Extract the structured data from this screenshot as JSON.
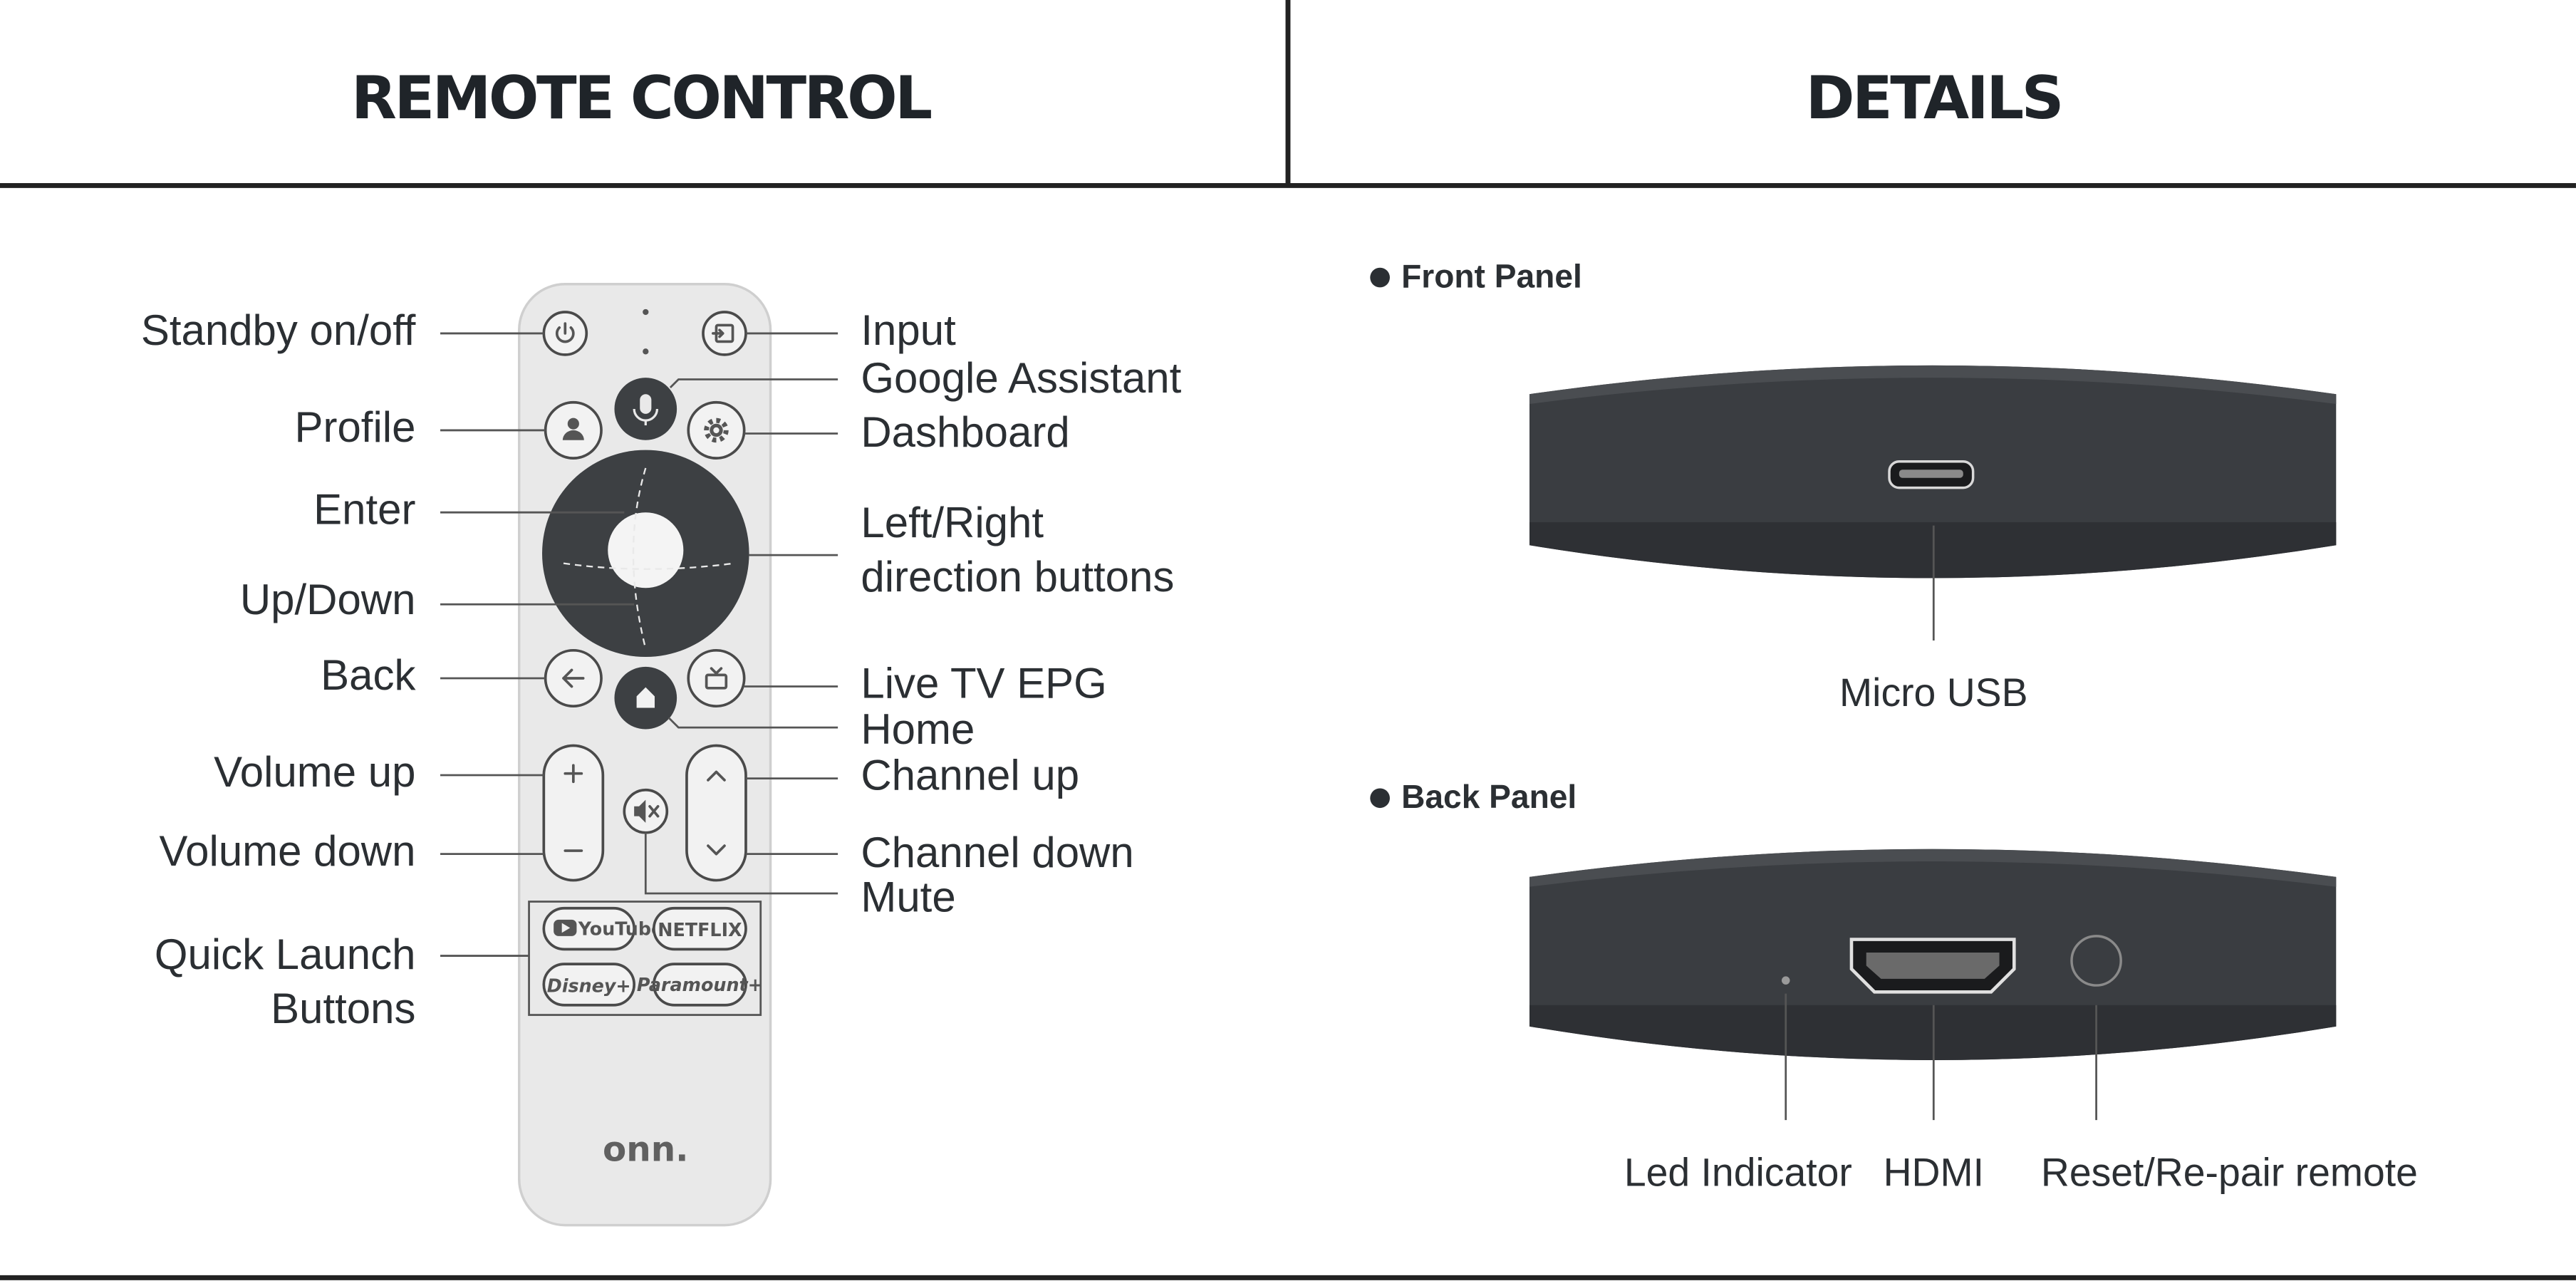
{
  "headers": {
    "left": "REMOTE CONTROL",
    "right": "DETAILS"
  },
  "remote": {
    "brand": "onn.",
    "labels_left": {
      "standby": "Standby on/off",
      "profile": "Profile",
      "enter": "Enter",
      "updown": "Up/Down",
      "back": "Back",
      "volume_up": "Volume up",
      "volume_down": "Volume down",
      "quick_launch_1": "Quick Launch",
      "quick_launch_2": "Buttons"
    },
    "labels_right": {
      "input": "Input",
      "assistant": "Google Assistant",
      "dashboard": "Dashboard",
      "leftright_1": "Left/Right",
      "leftright_2": "direction buttons",
      "livetv": "Live TV EPG",
      "home": "Home",
      "channel_up": "Channel up",
      "channel_down": "Channel down",
      "mute": "Mute"
    },
    "quick_launch": [
      "YouTube",
      "NETFLIX",
      "Disney+",
      "Paramount+"
    ],
    "icons": [
      "power-icon",
      "input-icon",
      "microphone-icon",
      "profile-icon",
      "gear-icon",
      "back-arrow-icon",
      "tv-icon",
      "home-icon",
      "plus-icon",
      "minus-icon",
      "mute-icon",
      "chevron-up-icon",
      "chevron-down-icon"
    ]
  },
  "details": {
    "front_panel": {
      "title": "Front Panel",
      "caption": "Micro USB"
    },
    "back_panel": {
      "title": "Back Panel",
      "captions": {
        "led": "Led Indicator",
        "hdmi": "HDMI",
        "reset": "Reset/Re-pair remote"
      }
    }
  },
  "colors": {
    "device_body": "#3a3d41",
    "remote_body": "#e9e9e9",
    "dark_button": "#3d4043",
    "header_text": "#1f2429"
  }
}
